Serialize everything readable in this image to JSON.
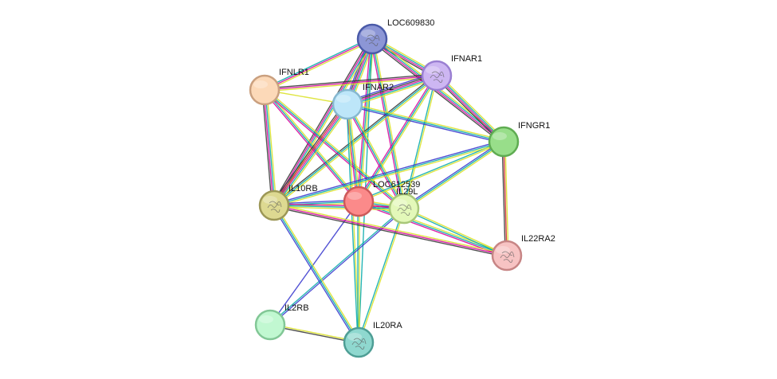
{
  "network": {
    "nodes": [
      {
        "id": "LOC609830",
        "label": "LOC609830",
        "fill": "#8c96d6",
        "stroke": "#4a5aa8",
        "has_structure": true
      },
      {
        "id": "IFNAR1",
        "label": "IFNAR1",
        "fill": "#cdb6f2",
        "stroke": "#9a7fd2",
        "has_structure": true
      },
      {
        "id": "IFNLR1",
        "label": "IFNLR1",
        "fill": "#fcd9b8",
        "stroke": "#caa07f",
        "has_structure": false
      },
      {
        "id": "IFNAR2",
        "label": "IFNAR2",
        "fill": "#bde6f9",
        "stroke": "#86b8d0",
        "has_structure": false
      },
      {
        "id": "IFNGR1",
        "label": "IFNGR1",
        "fill": "#98de8a",
        "stroke": "#5fac52",
        "has_structure": false
      },
      {
        "id": "LOC612539",
        "label": "LOC612539",
        "fill": "#fb8a8a",
        "stroke": "#cc5a5a",
        "has_structure": false
      },
      {
        "id": "IL29L",
        "label": "IL29L",
        "fill": "#e3f8b9",
        "stroke": "#a8c77a",
        "has_structure": true
      },
      {
        "id": "IL10RB",
        "label": "IL10RB",
        "fill": "#ddd991",
        "stroke": "#9c9756",
        "has_structure": true
      },
      {
        "id": "IL22RA2",
        "label": "IL22RA2",
        "fill": "#f7c3c3",
        "stroke": "#c78585",
        "has_structure": true
      },
      {
        "id": "IL2RB",
        "label": "IL2RB",
        "fill": "#c1f8d1",
        "stroke": "#82c796",
        "has_structure": false
      },
      {
        "id": "IL20RA",
        "label": "IL20RA",
        "fill": "#8fd8cf",
        "stroke": "#4e9e95",
        "has_structure": true
      }
    ],
    "edges": [
      {
        "a": "LOC609830",
        "b": "IFNAR1",
        "colors": [
          "#d9e021",
          "#00a8a8",
          "#d6009a",
          "#333333"
        ]
      },
      {
        "a": "LOC609830",
        "b": "IFNLR1",
        "colors": [
          "#d9e021",
          "#d6009a",
          "#00a8a8"
        ]
      },
      {
        "a": "LOC609830",
        "b": "IFNAR2",
        "colors": [
          "#d9e021",
          "#00a8a8",
          "#d6009a",
          "#333333",
          "#3333cc"
        ]
      },
      {
        "a": "LOC609830",
        "b": "IFNGR1",
        "colors": [
          "#d9e021",
          "#00a8a8",
          "#d6009a",
          "#333333"
        ]
      },
      {
        "a": "LOC609830",
        "b": "LOC612539",
        "colors": [
          "#d9e021",
          "#00a8a8",
          "#d6009a"
        ]
      },
      {
        "a": "LOC609830",
        "b": "IL29L",
        "colors": [
          "#d9e021",
          "#00a8a8",
          "#d6009a"
        ]
      },
      {
        "a": "LOC609830",
        "b": "IL10RB",
        "colors": [
          "#d9e021",
          "#00a8a8",
          "#d6009a",
          "#333333"
        ]
      },
      {
        "a": "LOC609830",
        "b": "IL20RA",
        "colors": [
          "#00a8a8"
        ]
      },
      {
        "a": "IFNAR1",
        "b": "IFNLR1",
        "colors": [
          "#d9e021",
          "#d6009a",
          "#333333"
        ]
      },
      {
        "a": "IFNAR1",
        "b": "IFNAR2",
        "colors": [
          "#d9e021",
          "#00a8a8",
          "#d6009a",
          "#333333",
          "#3333cc"
        ]
      },
      {
        "a": "IFNAR1",
        "b": "IFNGR1",
        "colors": [
          "#d9e021",
          "#00a8a8",
          "#d6009a",
          "#333333"
        ]
      },
      {
        "a": "IFNAR1",
        "b": "LOC612539",
        "colors": [
          "#d9e021",
          "#00a8a8",
          "#d6009a"
        ]
      },
      {
        "a": "IFNAR1",
        "b": "IL29L",
        "colors": [
          "#d9e021",
          "#00a8a8"
        ]
      },
      {
        "a": "IFNAR1",
        "b": "IL10RB",
        "colors": [
          "#d9e021",
          "#00a8a8",
          "#333333"
        ]
      },
      {
        "a": "IFNLR1",
        "b": "IFNAR2",
        "colors": [
          "#d9e021"
        ]
      },
      {
        "a": "IFNLR1",
        "b": "IL10RB",
        "colors": [
          "#d9e021",
          "#00a8a8",
          "#d6009a",
          "#333333"
        ]
      },
      {
        "a": "IFNLR1",
        "b": "LOC612539",
        "colors": [
          "#d9e021",
          "#00a8a8",
          "#d6009a"
        ]
      },
      {
        "a": "IFNLR1",
        "b": "IL29L",
        "colors": [
          "#d9e021",
          "#00a8a8",
          "#d6009a"
        ]
      },
      {
        "a": "IFNAR2",
        "b": "IFNGR1",
        "colors": [
          "#d9e021",
          "#00a8a8",
          "#3333cc"
        ]
      },
      {
        "a": "IFNAR2",
        "b": "LOC612539",
        "colors": [
          "#d9e021",
          "#00a8a8",
          "#d6009a"
        ]
      },
      {
        "a": "IFNAR2",
        "b": "IL29L",
        "colors": [
          "#d9e021",
          "#00a8a8",
          "#d6009a"
        ]
      },
      {
        "a": "IFNAR2",
        "b": "IL10RB",
        "colors": [
          "#d9e021",
          "#00a8a8",
          "#d6009a",
          "#cc2222",
          "#333333"
        ]
      },
      {
        "a": "IFNAR2",
        "b": "IL20RA",
        "colors": [
          "#d9e021",
          "#00a8a8"
        ]
      },
      {
        "a": "IFNGR1",
        "b": "IL22RA2",
        "colors": [
          "#d9e021",
          "#cc2222",
          "#333333"
        ]
      },
      {
        "a": "IFNGR1",
        "b": "LOC612539",
        "colors": [
          "#d9e021",
          "#00a8a8"
        ]
      },
      {
        "a": "IFNGR1",
        "b": "IL29L",
        "colors": [
          "#d9e021",
          "#00a8a8",
          "#3333cc"
        ]
      },
      {
        "a": "IFNGR1",
        "b": "IL10RB",
        "colors": [
          "#d9e021",
          "#00a8a8",
          "#3333cc"
        ]
      },
      {
        "a": "LOC612539",
        "b": "IL29L",
        "colors": [
          "#d9e021",
          "#00a8a8",
          "#d6009a"
        ]
      },
      {
        "a": "LOC612539",
        "b": "IL10RB",
        "colors": [
          "#d9e021",
          "#00a8a8",
          "#3333cc"
        ]
      },
      {
        "a": "LOC612539",
        "b": "IL22RA2",
        "colors": [
          "#d9e021",
          "#00a8a8",
          "#d6009a"
        ]
      },
      {
        "a": "LOC612539",
        "b": "IL20RA",
        "colors": [
          "#d9e021",
          "#00a8a8"
        ]
      },
      {
        "a": "LOC612539",
        "b": "IL2RB",
        "colors": [
          "#3333cc"
        ]
      },
      {
        "a": "IL29L",
        "b": "IL10RB",
        "colors": [
          "#d9e021",
          "#00a8a8",
          "#d6009a"
        ]
      },
      {
        "a": "IL29L",
        "b": "IL22RA2",
        "colors": [
          "#d9e021",
          "#00a8a8"
        ]
      },
      {
        "a": "IL29L",
        "b": "IL20RA",
        "colors": [
          "#d9e021",
          "#00a8a8"
        ]
      },
      {
        "a": "IL29L",
        "b": "IL2RB",
        "colors": [
          "#3333cc",
          "#00a8a8"
        ]
      },
      {
        "a": "IL10RB",
        "b": "IL22RA2",
        "colors": [
          "#d9e021",
          "#d6009a",
          "#333333"
        ]
      },
      {
        "a": "IL10RB",
        "b": "IL20RA",
        "colors": [
          "#d9e021",
          "#00a8a8",
          "#3333cc"
        ]
      },
      {
        "a": "IL2RB",
        "b": "IL20RA",
        "colors": [
          "#d9e021",
          "#333333"
        ]
      }
    ]
  }
}
